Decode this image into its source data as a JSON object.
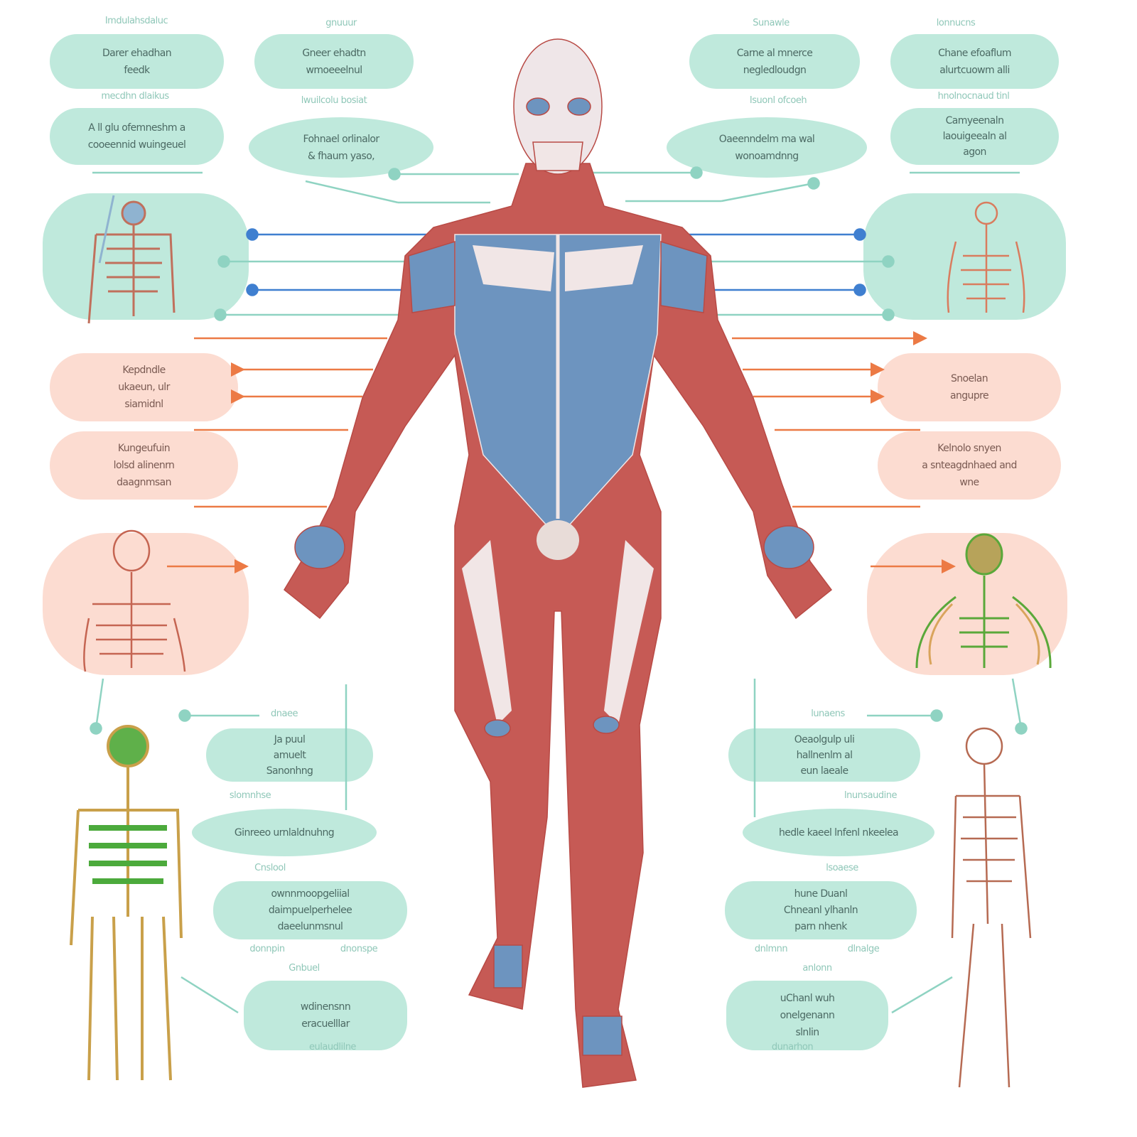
{
  "colors": {
    "teal": "#bfe9dc",
    "pink": "#fcdcd1",
    "muscle_red": "#c65a55",
    "muscle_blue": "#6d94bf",
    "arrow_blue": "#3f7fd0",
    "arrow_orange": "#ec7a45",
    "arrow_teal": "#8fd3c2"
  },
  "top_left": [
    {
      "label": "Imdulahsdaluc",
      "text": "Darer ehadhan\nfeedk"
    },
    {
      "label": "mecdhn dlaikus",
      "text": "A ll glu ofemneshm a\ncooeennid wuingeuel"
    },
    {
      "label": "gnuuur",
      "text": "Gneer ehadtn\nwmoeeelnul"
    },
    {
      "label": "lwuilcolu bosiat",
      "text": "Fohnael orlinalor\n& fhaum yaso,"
    }
  ],
  "top_right": [
    {
      "label": "Sunawle",
      "text": "Carne al mnerce\nnegledloudgn"
    },
    {
      "label": "Isuonl ofcoeh",
      "text": "Oaeenndelm ma wal\nwonoamdnng"
    },
    {
      "label": "lonnucns",
      "text": "Chane efoaflum\nalurtcuowm alli"
    },
    {
      "label": "hnolnocnaud tinl",
      "text": "Camyeenaln\nlaouigeealn al\nagon"
    }
  ],
  "pink_left": [
    "Kepdndle\nukaeun, ulr\nsiamidnl",
    "Kungeufuin\nlolsd alinenrn\ndaagnmsan"
  ],
  "pink_right": [
    "Snoelan\nangupre",
    "Kelnolo snyen\na snteagdnhaed and\nwne"
  ],
  "bottom_left": {
    "labels": [
      "dnaee",
      "slomnhse",
      "Cnslool",
      "donnpin",
      "dnonspe",
      "Gnbuel",
      "eulaudlilne"
    ],
    "texts": [
      "Ja puul\namuelt\nSanonhng",
      "Ginreeo urnlaldnuhng",
      "ownnmoopgeliial\ndaimpuelperhelee\ndaeelunmsnul",
      "wdinensnn\neracuelllar"
    ]
  },
  "bottom_right": {
    "labels": [
      "lunaens",
      "lnunsaudine",
      "lsoaese",
      "dnlmnn",
      "dlnalge",
      "anlonn",
      "dunarhon"
    ],
    "texts": [
      "Oeaolgulp uli\nhallnenlm al\neun laeale",
      "hedle kaeel lnfenl nkeelea",
      "hune Duanl\nChneanl ylhanln\nparn nhenk",
      "uChanl wuh\nonelgenann\nslnlin"
    ]
  }
}
